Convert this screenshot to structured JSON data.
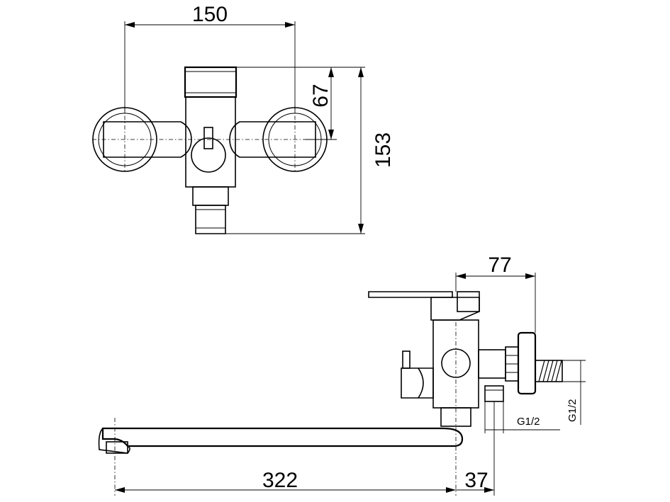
{
  "dimensions": {
    "front_width": "150",
    "front_upper_height": "67",
    "front_total_height": "153",
    "side_depth": "77",
    "spout_length": "322",
    "spout_offset": "37",
    "thread_horizontal": "G1/2",
    "thread_vertical": "G1/2"
  }
}
